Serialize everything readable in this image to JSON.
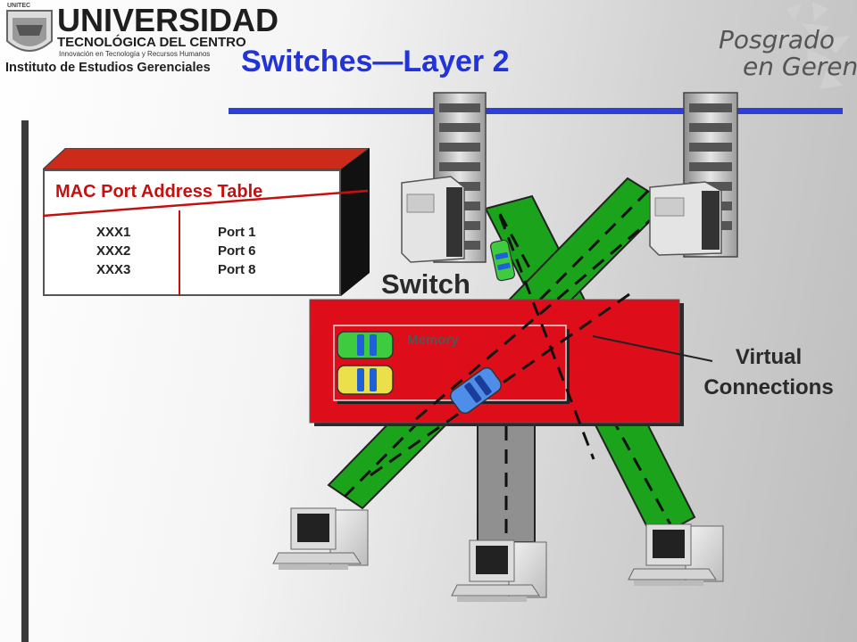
{
  "header": {
    "university_tag": "UNITEC",
    "university_name": "UNIVERSIDAD",
    "university_line2": "TECNOLÓGICA DEL CENTRO",
    "university_line3": "Innovación en Tecnología y Recursos Humanos",
    "institute": "Instituto de Estudios Gerenciales",
    "posgrado_line1": "Posgrado",
    "posgrado_line2": "en Gerencia"
  },
  "title": "Switches—Layer 2",
  "mac_table": {
    "title": "MAC Port Address Table",
    "addresses": [
      "XXX1",
      "XXX2",
      "XXX3"
    ],
    "ports": [
      "Port 1",
      "Port 6",
      "Port 8"
    ]
  },
  "diagram": {
    "switch_label": "Switch",
    "memory_label": "Memory",
    "virtual_line1": "Virtual",
    "virtual_line2": "Connections",
    "colors": {
      "switch_red": "#dd0d1a",
      "lane_green": "#1ba31b",
      "lane_gray": "#909090",
      "title_blue": "#2233d8",
      "table_red": "#c41010"
    }
  }
}
